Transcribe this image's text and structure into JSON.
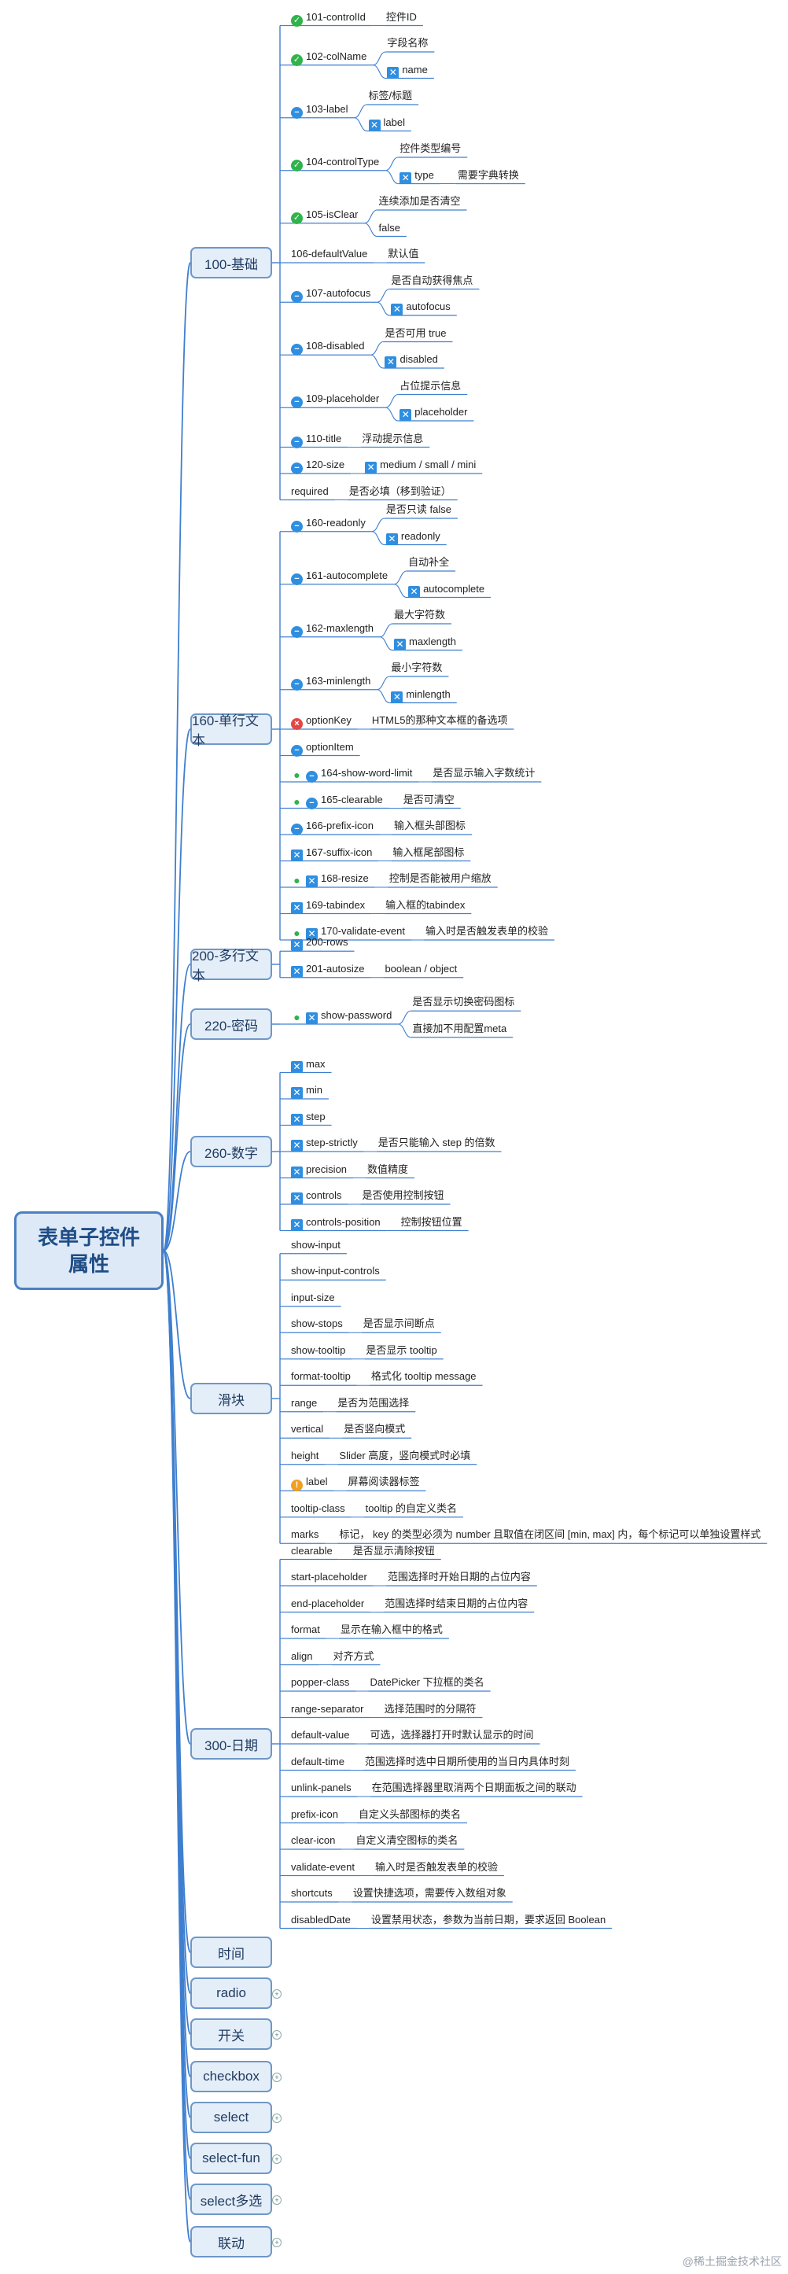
{
  "root": {
    "line1": "表单子控件",
    "line2": "属性"
  },
  "categories": [
    {
      "label": "100-基础",
      "children": [
        {
          "text": "101-controlId",
          "icons": [
            "check"
          ],
          "desc": [
            "控件ID"
          ]
        },
        {
          "text": "102-colName",
          "icons": [
            "check"
          ],
          "desc": [
            "字段名称",
            {
              "text": "name",
              "icons": [
                "cross"
              ]
            }
          ]
        },
        {
          "text": "103-label",
          "icons": [
            "minus"
          ],
          "desc": [
            "标签/标题",
            {
              "text": "label",
              "icons": [
                "cross"
              ]
            }
          ]
        },
        {
          "text": "104-controlType",
          "icons": [
            "check"
          ],
          "desc": [
            "控件类型编号",
            {
              "text": "type",
              "icons": [
                "cross"
              ],
              "desc": [
                "需要字典转换"
              ]
            }
          ]
        },
        {
          "text": "105-isClear",
          "icons": [
            "check"
          ],
          "desc": [
            "连续添加是否清空",
            "false"
          ]
        },
        {
          "text": "106-defaultValue",
          "icons": [],
          "desc": [
            "默认值"
          ]
        },
        {
          "text": "107-autofocus",
          "icons": [
            "minus"
          ],
          "desc": [
            "是否自动获得焦点",
            {
              "text": "autofocus",
              "icons": [
                "cross"
              ]
            }
          ]
        },
        {
          "text": "108-disabled",
          "icons": [
            "minus"
          ],
          "desc": [
            "是否可用 true",
            {
              "text": "disabled",
              "icons": [
                "cross"
              ]
            }
          ]
        },
        {
          "text": "109-placeholder",
          "icons": [
            "minus"
          ],
          "desc": [
            "占位提示信息",
            {
              "text": "placeholder",
              "icons": [
                "cross"
              ]
            }
          ]
        },
        {
          "text": "110-title",
          "icons": [
            "minus"
          ],
          "desc": [
            "浮动提示信息"
          ]
        },
        {
          "text": "120-size",
          "icons": [
            "minus"
          ],
          "desc": [
            {
              "text": "medium / small / mini",
              "icons": [
                "cross"
              ]
            }
          ]
        },
        {
          "text": "required",
          "icons": [],
          "desc": [
            "是否必填（移到验证）"
          ]
        }
      ]
    },
    {
      "label": "160-单行文本",
      "children": [
        {
          "text": "160-readonly",
          "icons": [
            "minus"
          ],
          "desc": [
            "是否只读 false",
            {
              "text": "readonly",
              "icons": [
                "cross"
              ]
            }
          ]
        },
        {
          "text": "161-autocomplete",
          "icons": [
            "minus"
          ],
          "desc": [
            "自动补全",
            {
              "text": "autocomplete",
              "icons": [
                "cross"
              ]
            }
          ]
        },
        {
          "text": "162-maxlength",
          "icons": [
            "minus"
          ],
          "desc": [
            "最大字符数",
            {
              "text": "maxlength",
              "icons": [
                "cross"
              ]
            }
          ]
        },
        {
          "text": "163-minlength",
          "icons": [
            "minus"
          ],
          "desc": [
            "最小字符数",
            {
              "text": "minlength",
              "icons": [
                "cross"
              ]
            }
          ]
        },
        {
          "text": "optionKey",
          "icons": [
            "no"
          ],
          "desc": [
            "HTML5的那种文本框的备选项"
          ]
        },
        {
          "text": "optionItem",
          "icons": [
            "minus"
          ],
          "desc": []
        },
        {
          "text": "164-show-word-limit",
          "icons": [
            "person",
            "minus"
          ],
          "desc": [
            "是否显示输入字数统计"
          ]
        },
        {
          "text": "165-clearable",
          "icons": [
            "person",
            "minus"
          ],
          "desc": [
            "是否可清空"
          ]
        },
        {
          "text": "166-prefix-icon",
          "icons": [
            "minus"
          ],
          "desc": [
            "输入框头部图标"
          ]
        },
        {
          "text": "167-suffix-icon",
          "icons": [
            "cross"
          ],
          "desc": [
            "输入框尾部图标"
          ]
        },
        {
          "text": "168-resize",
          "icons": [
            "person",
            "cross"
          ],
          "desc": [
            "控制是否能被用户缩放"
          ]
        },
        {
          "text": "169-tabindex",
          "icons": [
            "cross"
          ],
          "desc": [
            "输入框的tabindex"
          ]
        },
        {
          "text": "170-validate-event",
          "icons": [
            "person",
            "cross"
          ],
          "desc": [
            "输入时是否触发表单的校验"
          ]
        }
      ]
    },
    {
      "label": "200-多行文本",
      "children": [
        {
          "text": "200-rows",
          "icons": [
            "cross"
          ],
          "desc": []
        },
        {
          "text": "201-autosize",
          "icons": [
            "cross"
          ],
          "desc": [
            "boolean / object"
          ]
        }
      ]
    },
    {
      "label": "220-密码",
      "children": [
        {
          "text": "show-password",
          "icons": [
            "person",
            "cross"
          ],
          "desc": [
            "是否显示切换密码图标",
            "直接加不用配置meta"
          ]
        }
      ]
    },
    {
      "label": "260-数字",
      "children": [
        {
          "text": "max",
          "icons": [
            "cross"
          ],
          "desc": []
        },
        {
          "text": "min",
          "icons": [
            "cross"
          ],
          "desc": []
        },
        {
          "text": "step",
          "icons": [
            "cross"
          ],
          "desc": []
        },
        {
          "text": "step-strictly",
          "icons": [
            "cross"
          ],
          "desc": [
            "是否只能输入 step 的倍数"
          ]
        },
        {
          "text": "precision",
          "icons": [
            "cross"
          ],
          "desc": [
            "数值精度"
          ]
        },
        {
          "text": "controls",
          "icons": [
            "cross"
          ],
          "desc": [
            "是否使用控制按钮"
          ]
        },
        {
          "text": "controls-position",
          "icons": [
            "cross"
          ],
          "desc": [
            "控制按钮位置"
          ]
        }
      ]
    },
    {
      "label": "滑块",
      "children": [
        {
          "text": "show-input",
          "icons": [],
          "desc": []
        },
        {
          "text": "show-input-controls",
          "icons": [],
          "desc": []
        },
        {
          "text": "input-size",
          "icons": [],
          "desc": []
        },
        {
          "text": "show-stops",
          "icons": [],
          "desc": [
            "是否显示间断点"
          ]
        },
        {
          "text": "show-tooltip",
          "icons": [],
          "desc": [
            "是否显示 tooltip"
          ]
        },
        {
          "text": "format-tooltip",
          "icons": [],
          "desc": [
            "格式化 tooltip message"
          ]
        },
        {
          "text": "range",
          "icons": [],
          "desc": [
            "是否为范围选择"
          ]
        },
        {
          "text": "vertical",
          "icons": [],
          "desc": [
            "是否竖向模式"
          ]
        },
        {
          "text": "height",
          "icons": [],
          "desc": [
            "Slider 高度，竖向模式时必填"
          ]
        },
        {
          "text": "label",
          "icons": [
            "warn"
          ],
          "desc": [
            "屏幕阅读器标签"
          ]
        },
        {
          "text": "tooltip-class",
          "icons": [],
          "desc": [
            "tooltip 的自定义类名"
          ]
        },
        {
          "text": "marks",
          "icons": [],
          "desc": [
            "标记， key 的类型必须为 number 且取值在闭区间 [min, max] 内，每个标记可以单独设置样式"
          ]
        }
      ]
    },
    {
      "label": "300-日期",
      "children": [
        {
          "text": "clearable",
          "icons": [],
          "desc": [
            "是否显示清除按钮"
          ]
        },
        {
          "text": "start-placeholder",
          "icons": [],
          "desc": [
            "范围选择时开始日期的占位内容"
          ]
        },
        {
          "text": "end-placeholder",
          "icons": [],
          "desc": [
            "范围选择时结束日期的占位内容"
          ]
        },
        {
          "text": "format",
          "icons": [],
          "desc": [
            "显示在输入框中的格式"
          ]
        },
        {
          "text": "align",
          "icons": [],
          "desc": [
            "对齐方式"
          ]
        },
        {
          "text": "popper-class",
          "icons": [],
          "desc": [
            "DatePicker 下拉框的类名"
          ]
        },
        {
          "text": "range-separator",
          "icons": [],
          "desc": [
            "选择范围时的分隔符"
          ]
        },
        {
          "text": "default-value",
          "icons": [],
          "desc": [
            "可选，选择器打开时默认显示的时间"
          ]
        },
        {
          "text": "default-time",
          "icons": [],
          "desc": [
            "范围选择时选中日期所使用的当日内具体时刻"
          ]
        },
        {
          "text": "unlink-panels",
          "icons": [],
          "desc": [
            "在范围选择器里取消两个日期面板之间的联动"
          ]
        },
        {
          "text": "prefix-icon",
          "icons": [],
          "desc": [
            "自定义头部图标的类名"
          ]
        },
        {
          "text": "clear-icon",
          "icons": [],
          "desc": [
            "自定义清空图标的类名"
          ]
        },
        {
          "text": "validate-event",
          "icons": [],
          "desc": [
            "输入时是否触发表单的校验"
          ]
        },
        {
          "text": "shortcuts",
          "icons": [],
          "desc": [
            "设置快捷选项，需要传入数组对象"
          ]
        },
        {
          "text": "disabledDate",
          "icons": [],
          "desc": [
            "设置禁用状态，参数为当前日期，要求返回 Boolean"
          ]
        }
      ]
    },
    {
      "label": "时间",
      "children": []
    },
    {
      "label": "radio",
      "collapsed": true,
      "children": []
    },
    {
      "label": "开关",
      "collapsed": true,
      "children": []
    },
    {
      "label": "checkbox",
      "collapsed": true,
      "children": []
    },
    {
      "label": "select",
      "collapsed": true,
      "children": []
    },
    {
      "label": "select-fun",
      "collapsed": true,
      "children": []
    },
    {
      "label": "select多选",
      "collapsed": true,
      "children": []
    },
    {
      "label": "联动",
      "collapsed": true,
      "children": []
    }
  ],
  "watermark": "@稀土掘金技术社区",
  "colors": {
    "line": "#3f7fcf",
    "root_border": "#4a80c2",
    "check": "#2fb34a",
    "minus": "#2f8ee0",
    "no": "#e24646",
    "warn": "#f0a020"
  }
}
